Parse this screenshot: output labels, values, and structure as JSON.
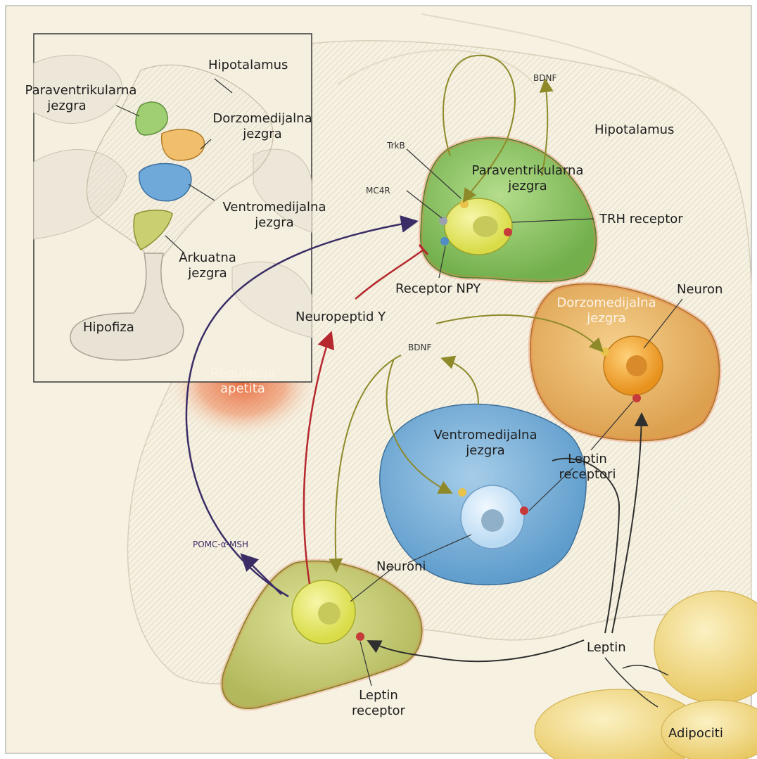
{
  "inset": {
    "hypothalamus": "Hipotalamus",
    "paraventricular": [
      "Paraventrikularna",
      "jezgra"
    ],
    "dorsomedial": [
      "Dorzomedijalna",
      "jezgra"
    ],
    "ventromedial": [
      "Ventromedijalna",
      "jezgra"
    ],
    "arcuate": [
      "Arkuatna",
      "jezgra"
    ],
    "pituitary": "Hipofiza"
  },
  "main": {
    "hypothalamus": "Hipotalamus",
    "paraventricular": [
      "Paraventrikularna",
      "jezgra"
    ],
    "bdnf_top": "BDNF",
    "trkb": "TrkB",
    "mc4r": "MC4R",
    "trh_receptor": "TRH receptor",
    "npy_receptor": "Receptor NPY",
    "neuropeptide_y": "Neuropeptid Y",
    "appetite": [
      "Regulacija",
      "apetita"
    ],
    "bdnf_mid": "BDNF",
    "dorsomedial": [
      "Dorzomedijalna",
      "jezgra"
    ],
    "neuron": "Neuron",
    "ventromedial": [
      "Ventromedijalna",
      "jezgra"
    ],
    "leptin_receptors": [
      "Leptin",
      "receptori"
    ],
    "pomc": "POMC-α-MSH",
    "neurons": "Neuroni",
    "leptin": "Leptin",
    "leptin_receptor": [
      "Leptin",
      "receptor"
    ],
    "adipocytes": "Adipociti"
  },
  "colors": {
    "background": "#f6f1e1",
    "paraventricular": "#8cc466",
    "dorsomedial": "#e9b466",
    "ventromedial": "#7cb1d9",
    "arcuate": "#c9cf7a",
    "appetite_glow": "#e86a3e",
    "arrow_purple": "#3c2c66",
    "arrow_red": "#b5282e",
    "arrow_olive": "#8e8a2a",
    "arrow_dark": "#2f2f2f",
    "adipocyte": "#f4df8c"
  }
}
